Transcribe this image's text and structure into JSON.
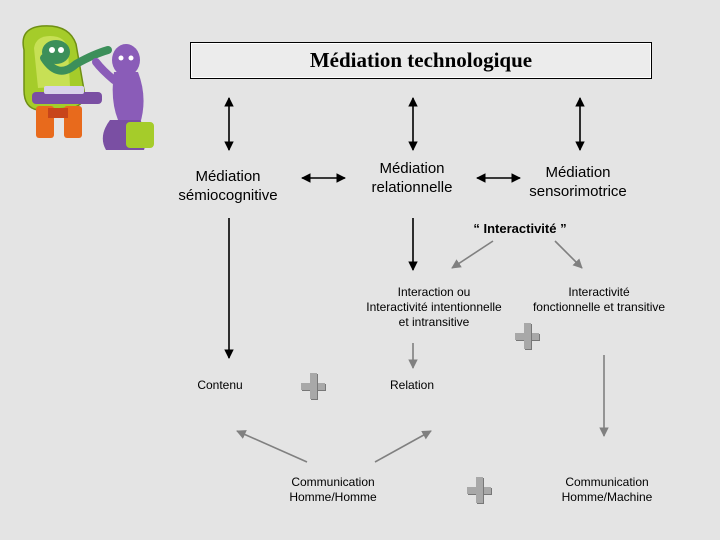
{
  "title": "Médiation technologique",
  "nodes": {
    "semiocognitive": [
      "Médiation",
      "sémiocognitive"
    ],
    "relationnelle": [
      "Médiation",
      "relationnelle"
    ],
    "sensorimotrice": [
      "Médiation",
      "sensorimotrice"
    ],
    "interactivite": "“ Interactivité ”",
    "intentionnelle": [
      "Interaction ou",
      "Interactivité intentionnelle",
      "et intransitive"
    ],
    "fonctionnelle": [
      "Interactivité",
      "fonctionnelle et transitive"
    ],
    "contenu": "Contenu",
    "relation": "Relation",
    "comm_hh": [
      "Communication",
      "Homme/Homme"
    ],
    "comm_hm": [
      "Communication",
      "Homme/Machine"
    ]
  },
  "colors": {
    "background": "#e4e4e4",
    "arrow_dark": "#000000",
    "arrow_grey": "#808080",
    "plus_grey": "#a8a8a8"
  },
  "icons": [
    "clay-figures-computer-illustration",
    "plus-icon"
  ]
}
